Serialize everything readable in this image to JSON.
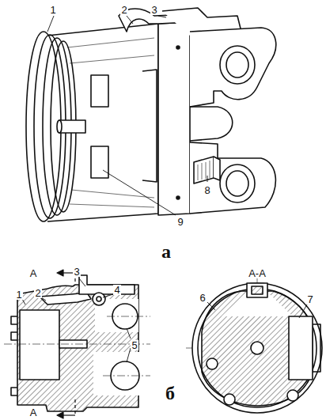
{
  "diagram": {
    "labels": [
      "1",
      "2",
      "3",
      "8",
      "9",
      "а",
      "А",
      "3",
      "1",
      "2",
      "4",
      "5",
      "А",
      "б",
      "А-А",
      "6",
      "7"
    ]
  }
}
